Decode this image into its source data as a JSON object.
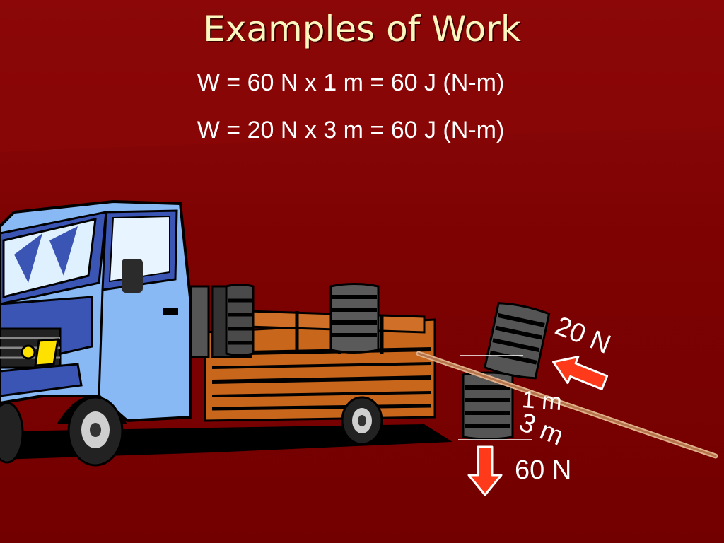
{
  "slide": {
    "title": "Examples of Work",
    "equations": [
      "W = 60 N x 1 m = 60 J (N-m)",
      "W = 20 N x 3 m = 60 J (N-m)"
    ]
  },
  "diagram": {
    "labels": {
      "force_push": "20 N",
      "distance_lift": "1 m",
      "distance_ramp": "3 m",
      "force_lift": "60 N"
    },
    "icons": [
      "truck-icon",
      "tire-icon",
      "ramp-board-icon",
      "force-arrow-icon"
    ]
  },
  "colors": {
    "background": "#7e0202",
    "title": "#fbf7bf",
    "text": "#ffffff",
    "arrow": "#ff3a1a",
    "truck_cab": "#89b9f4",
    "truck_bed": "#c8661c",
    "tire": "#4a4a4a",
    "board": "#c78a5c"
  }
}
